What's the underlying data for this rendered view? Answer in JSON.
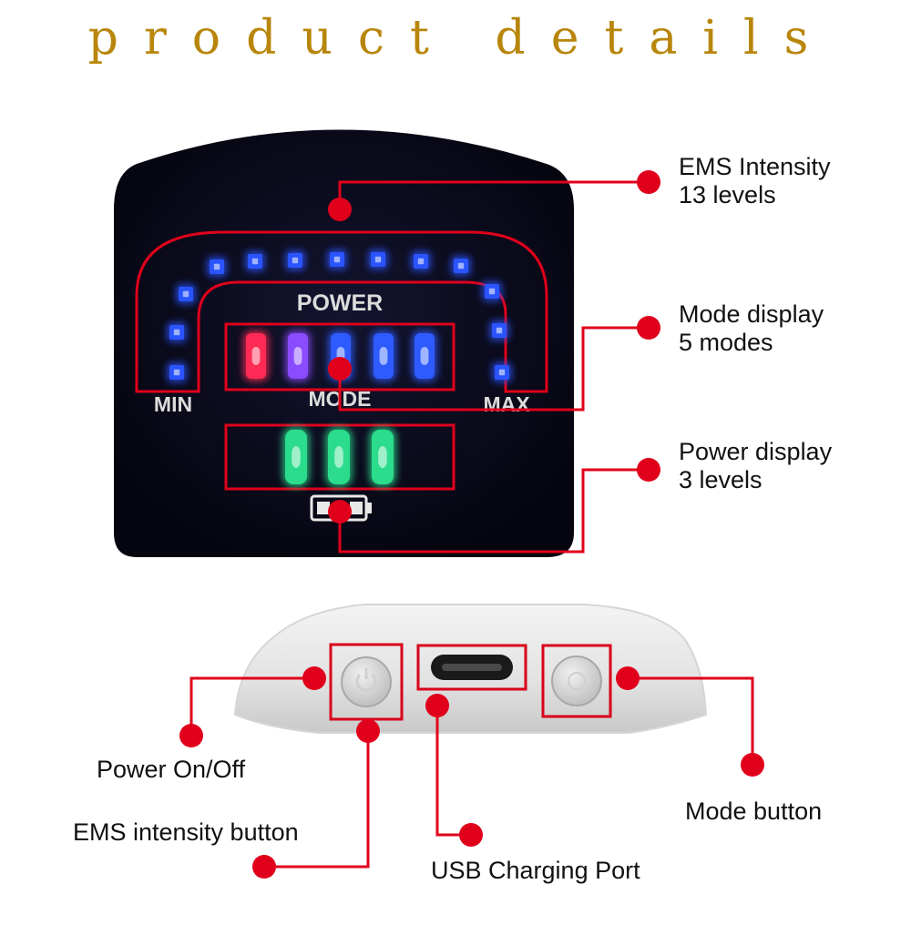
{
  "title": "product details",
  "colors": {
    "title": "#b8860b",
    "callout_line": "#e0001b",
    "intensity_led": "#2a54ff",
    "mode_led_red": "#ff2a55",
    "mode_led_purple": "#8a4cff",
    "mode_led_blue": "#2d5bff",
    "power_led": "#2bdc8c",
    "panel": "#0a0a1e"
  },
  "panel": {
    "power_label": "POWER",
    "mode_label": "MODE",
    "min_label": "MIN",
    "max_label": "MAX",
    "intensity_levels": 13,
    "mode_count": 5,
    "power_levels": 3
  },
  "callouts": {
    "ems_intensity": {
      "line1": "EMS Intensity",
      "line2": "13 levels"
    },
    "mode_display": {
      "line1": "Mode display",
      "line2": "5 modes"
    },
    "power_display": {
      "line1": "Power display",
      "line2": "3 levels"
    },
    "power_onoff": "Power On/Off",
    "ems_button": "EMS intensity button",
    "usb_port": "USB Charging Port",
    "mode_button": "Mode button"
  },
  "icons": [
    "battery-icon",
    "power-icon"
  ]
}
